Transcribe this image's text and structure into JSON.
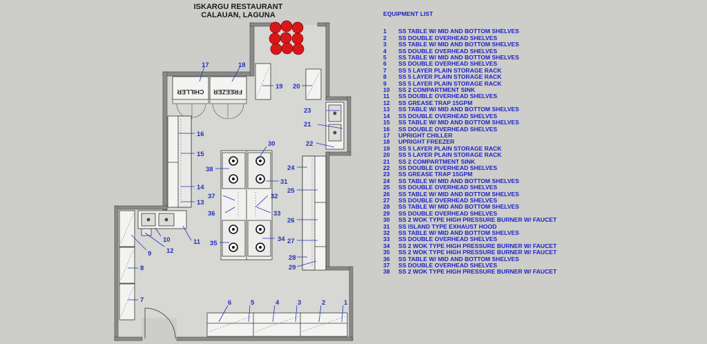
{
  "header": {
    "title_line1": "ISKARGU RESTAURANT",
    "title_line2": "CALAUAN, LAGUNA"
  },
  "units": {
    "chiller_label": "CHILLER",
    "freezer_label": "FREEZER"
  },
  "equipment_list": {
    "heading": "EQUIPMENT LIST",
    "items": [
      {
        "no": "1",
        "name": "SS TABLE W/ MID AND BOTTOM SHELVES"
      },
      {
        "no": "2",
        "name": "SS DOUBLE OVERHEAD SHELVES"
      },
      {
        "no": "3",
        "name": "SS TABLE W/ MID AND BOTTOM SHELVES"
      },
      {
        "no": "4",
        "name": "SS DOUBLE OVERHEAD SHELVES"
      },
      {
        "no": "5",
        "name": "SS TABLE W/ MID AND BOTTOM SHELVES"
      },
      {
        "no": "6",
        "name": "SS DOUBLE OVERHEAD SHELVES"
      },
      {
        "no": "7",
        "name": "SS 5 LAYER PLAIN STORAGE RACK"
      },
      {
        "no": "8",
        "name": "SS 5 LAYER PLAIN STORAGE RACK"
      },
      {
        "no": "9",
        "name": "SS 5 LAYER PLAIN STORAGE RACK"
      },
      {
        "no": "10",
        "name": "SS 2 COMPARTMENT SINK"
      },
      {
        "no": "11",
        "name": "SS DOUBLE OVERHEAD SHELVES"
      },
      {
        "no": "12",
        "name": "SS GREASE TRAP 15GPM"
      },
      {
        "no": "13",
        "name": "SS TABLE W/ MID AND BOTTOM SHELVES"
      },
      {
        "no": "14",
        "name": "SS DOUBLE OVERHEAD SHELVES"
      },
      {
        "no": "15",
        "name": "SS TABLE W/ MID AND BOTTOM SHELVES"
      },
      {
        "no": "16",
        "name": "SS DOUBLE OVERHEAD SHELVES"
      },
      {
        "no": "17",
        "name": "UPRIGHT CHILLER"
      },
      {
        "no": "18",
        "name": "UPRIGHT FREEZER"
      },
      {
        "no": "19",
        "name": "SS 5 LAYER PLAIN STORAGE RACK"
      },
      {
        "no": "20",
        "name": "SS 5 LAYER PLAIN STORAGE RACK"
      },
      {
        "no": "21",
        "name": "SS 2 COMPARTMENT SINK"
      },
      {
        "no": "22",
        "name": "SS DOUBLE OVERHEAD SHELVES"
      },
      {
        "no": "23",
        "name": "SS GREASE TRAP 15GPM"
      },
      {
        "no": "24",
        "name": "SS TABLE W/ MID AND BOTTOM SHELVES"
      },
      {
        "no": "25",
        "name": "SS DOUBLE OVERHEAD SHELVES"
      },
      {
        "no": "26",
        "name": "SS TABLE W/ MID AND BOTTOM SHELVES"
      },
      {
        "no": "27",
        "name": "SS DOUBLE OVERHEAD SHELVES"
      },
      {
        "no": "28",
        "name": "SS TABLE W/ MID AND BOTTOM SHELVES"
      },
      {
        "no": "29",
        "name": "SS DOUBLE OVERHEAD SHELVES"
      },
      {
        "no": "30",
        "name": "SS 2 WOK TYPE HIGH PRESSURE BURNER W/ FAUCET"
      },
      {
        "no": "31",
        "name": "SS ISLAND TYPE EXHAUST HOOD"
      },
      {
        "no": "32",
        "name": "SS TABLE W/ MID AND BOTTOM SHELVES"
      },
      {
        "no": "33",
        "name": "SS DOUBLE OVERHEAD SHELVES"
      },
      {
        "no": "34",
        "name": "SS 2 WOK TYPE HIGH PRESSURE BURNER W/ FAUCET"
      },
      {
        "no": "35",
        "name": "SS 2 WOK TYPE HIGH PRESSURE BURNER W/ FAUCET"
      },
      {
        "no": "36",
        "name": "SS TABLE W/ MID AND BOTTOM SHELVES"
      },
      {
        "no": "37",
        "name": "SS DOUBLE OVERHEAD SHELVES"
      },
      {
        "no": "38",
        "name": "SS 2 WOK TYPE HIGH PRESSURE BURNER W/ FAUCET"
      }
    ]
  },
  "callout_numbers": [
    "1",
    "2",
    "3",
    "4",
    "5",
    "6",
    "7",
    "8",
    "9",
    "10",
    "11",
    "12",
    "13",
    "14",
    "15",
    "16",
    "17",
    "18",
    "19",
    "20",
    "21",
    "22",
    "23",
    "24",
    "25",
    "26",
    "27",
    "28",
    "29",
    "30",
    "31",
    "32",
    "33",
    "34",
    "35",
    "36",
    "37",
    "38"
  ],
  "colors": {
    "background": "#cdcdc9",
    "wall": "#7a7a7a",
    "callout_blue": "#2233bb",
    "list_blue": "#1b22c8",
    "gas_tank_red": "#d81818"
  }
}
